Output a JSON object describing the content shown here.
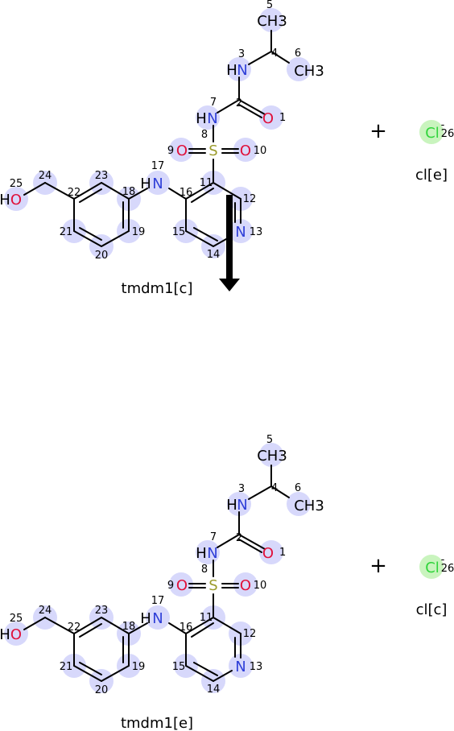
{
  "colors": {
    "carbon": "#000000",
    "nitrogen": "#2f3fd8",
    "oxygen": "#e0103a",
    "sulfur": "#9b9b2b",
    "chlorine": "#2fd43a",
    "halo": "#d7d8fb",
    "chlorine_halo": "#c9f4be"
  },
  "atom_symbols": {
    "ch3": "CH3",
    "h": "H",
    "n": "N",
    "o": "O",
    "s": "S",
    "cl": "Cl",
    "charge": "-"
  },
  "plus_sign": "+",
  "atom_numbers": [
    "1",
    "2",
    "3",
    "4",
    "5",
    "6",
    "7",
    "8",
    "9",
    "10",
    "11",
    "12",
    "13",
    "14",
    "15",
    "16",
    "17",
    "18",
    "19",
    "20",
    "21",
    "22",
    "23",
    "24",
    "25",
    "26"
  ],
  "reaction": {
    "top": {
      "molecule_label": "tmdm1[c]",
      "ion_label": "cl[e]"
    },
    "bottom": {
      "molecule_label": "tmdm1[e]",
      "ion_label": "cl[c]"
    }
  }
}
